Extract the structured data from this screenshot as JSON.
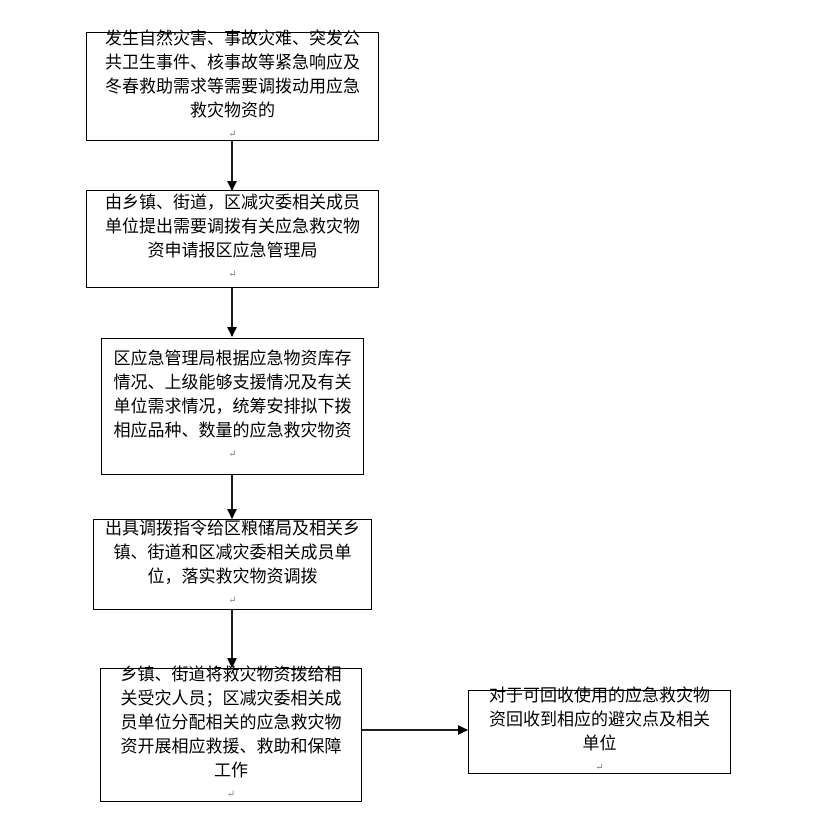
{
  "flowchart": {
    "steps": [
      {
        "text": "发生自然灾害、事故灾难、突发公共卫生事件、核事故等紧急响应及冬春救助需求等需要调拨动用应急救灾物资的"
      },
      {
        "text": "由乡镇、街道，区减灾委相关成员单位提出需要调拨有关应急救灾物资申请报区应急管理局"
      },
      {
        "text": "区应急管理局根据应急物资库存情况、上级能够支援情况及有关单位需求情况，统筹安排拟下拨相应品种、数量的应急救灾物资"
      },
      {
        "text": "出具调拨指令给区粮储局及相关乡镇、街道和区减灾委相关成员单位，落实救灾物资调拨"
      },
      {
        "text": "乡镇、街道将救灾物资拨给相关受灾人员；区减灾委相关成员单位分配相关的应急救灾物资开展相应救援、救助和保障工作"
      }
    ],
    "side_step": {
      "text": "对于可回收使用的应急救灾物资回收到相应的避灾点及相关单位"
    },
    "paragraph_mark": "↵"
  }
}
